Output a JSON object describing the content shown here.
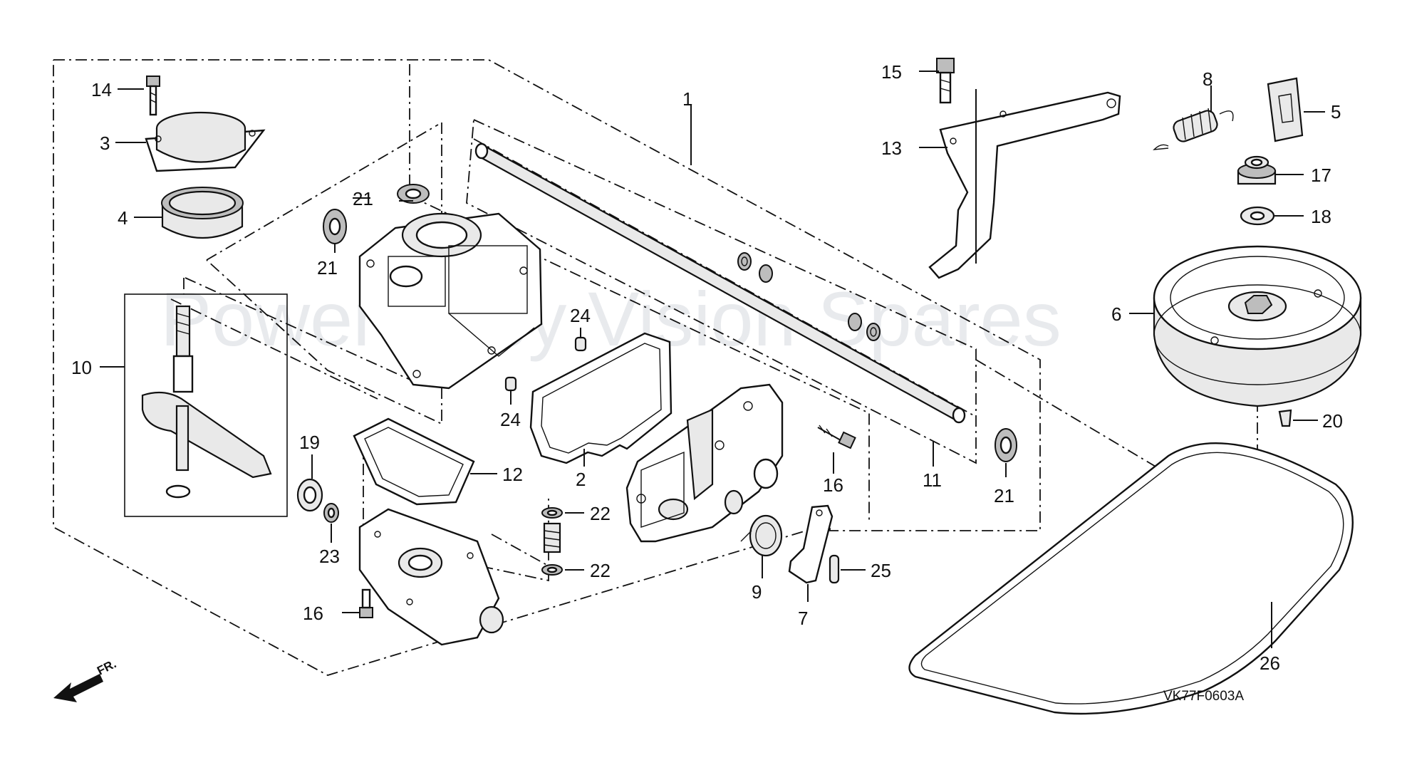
{
  "watermark": "Powered by Vision Spares",
  "diagram_code": "VK77F0603A",
  "front_label": "FR.",
  "callouts": {
    "c1": "1",
    "c2": "2",
    "c3": "3",
    "c4": "4",
    "c5": "5",
    "c6": "6",
    "c7": "7",
    "c8": "8",
    "c9": "9",
    "c10": "10",
    "c11": "11",
    "c12": "12",
    "c13": "13",
    "c14": "14",
    "c15": "15",
    "c16a": "16",
    "c16b": "16",
    "c17": "17",
    "c18": "18",
    "c19": "19",
    "c20": "20",
    "c21a": "21",
    "c21b": "21",
    "c21c": "21",
    "c22a": "22",
    "c22b": "22",
    "c23": "23",
    "c24a": "24",
    "c24b": "24",
    "c25": "25",
    "c26": "26"
  }
}
